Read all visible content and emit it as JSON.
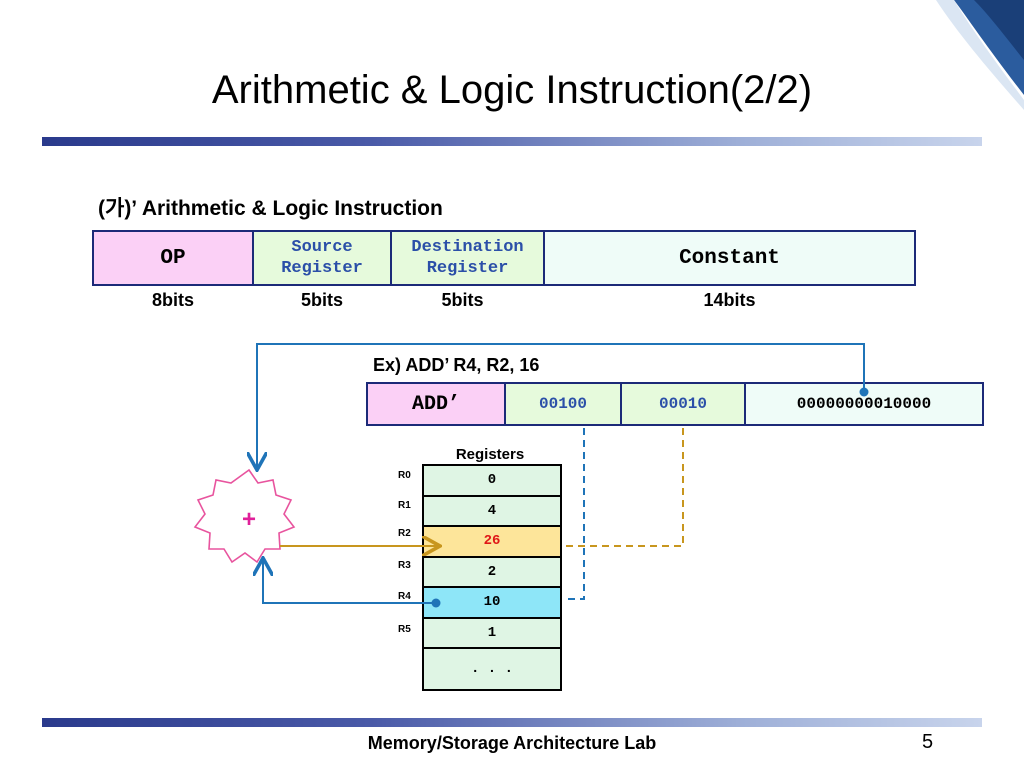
{
  "title": "Arithmetic & Logic Instruction(2/2)",
  "subheading": "(가)’  Arithmetic & Logic Instruction",
  "format": {
    "fields": [
      {
        "label_line1": "OP",
        "label_line2": "",
        "bits": "8bits"
      },
      {
        "label_line1": "Source",
        "label_line2": "Register",
        "bits": "5bits"
      },
      {
        "label_line1": "Destination",
        "label_line2": "Register",
        "bits": "5bits"
      },
      {
        "label_line1": "Constant",
        "label_line2": "",
        "bits": "14bits"
      }
    ]
  },
  "example": {
    "label": "Ex) ADD’  R4, R2, 16",
    "fields": [
      "ADD’",
      "00100",
      "00010",
      "00000000010000"
    ]
  },
  "operator": "+",
  "registers": {
    "title": "Registers",
    "rows": [
      {
        "name": "R0",
        "value": "0"
      },
      {
        "name": "R1",
        "value": "4"
      },
      {
        "name": "R2",
        "value": "26"
      },
      {
        "name": "R3",
        "value": "2"
      },
      {
        "name": "R4",
        "value": "10"
      },
      {
        "name": "R5",
        "value": "1"
      }
    ],
    "ellipsis": ". . ."
  },
  "footer": "Memory/Storage Architecture Lab",
  "page_number": "5",
  "colors": {
    "op_fill": "#fbd0f6",
    "register_fill": "#e6fadc",
    "constant_fill": "#effcf8",
    "border": "#1c2a78",
    "field_text": "#2b4fa8",
    "arrow_blue": "#1f74b8",
    "arrow_gold": "#c8961e",
    "operator_pink": "#e0209a",
    "r2_highlight": "#fde59a",
    "r4_highlight": "#8ee6f8"
  }
}
